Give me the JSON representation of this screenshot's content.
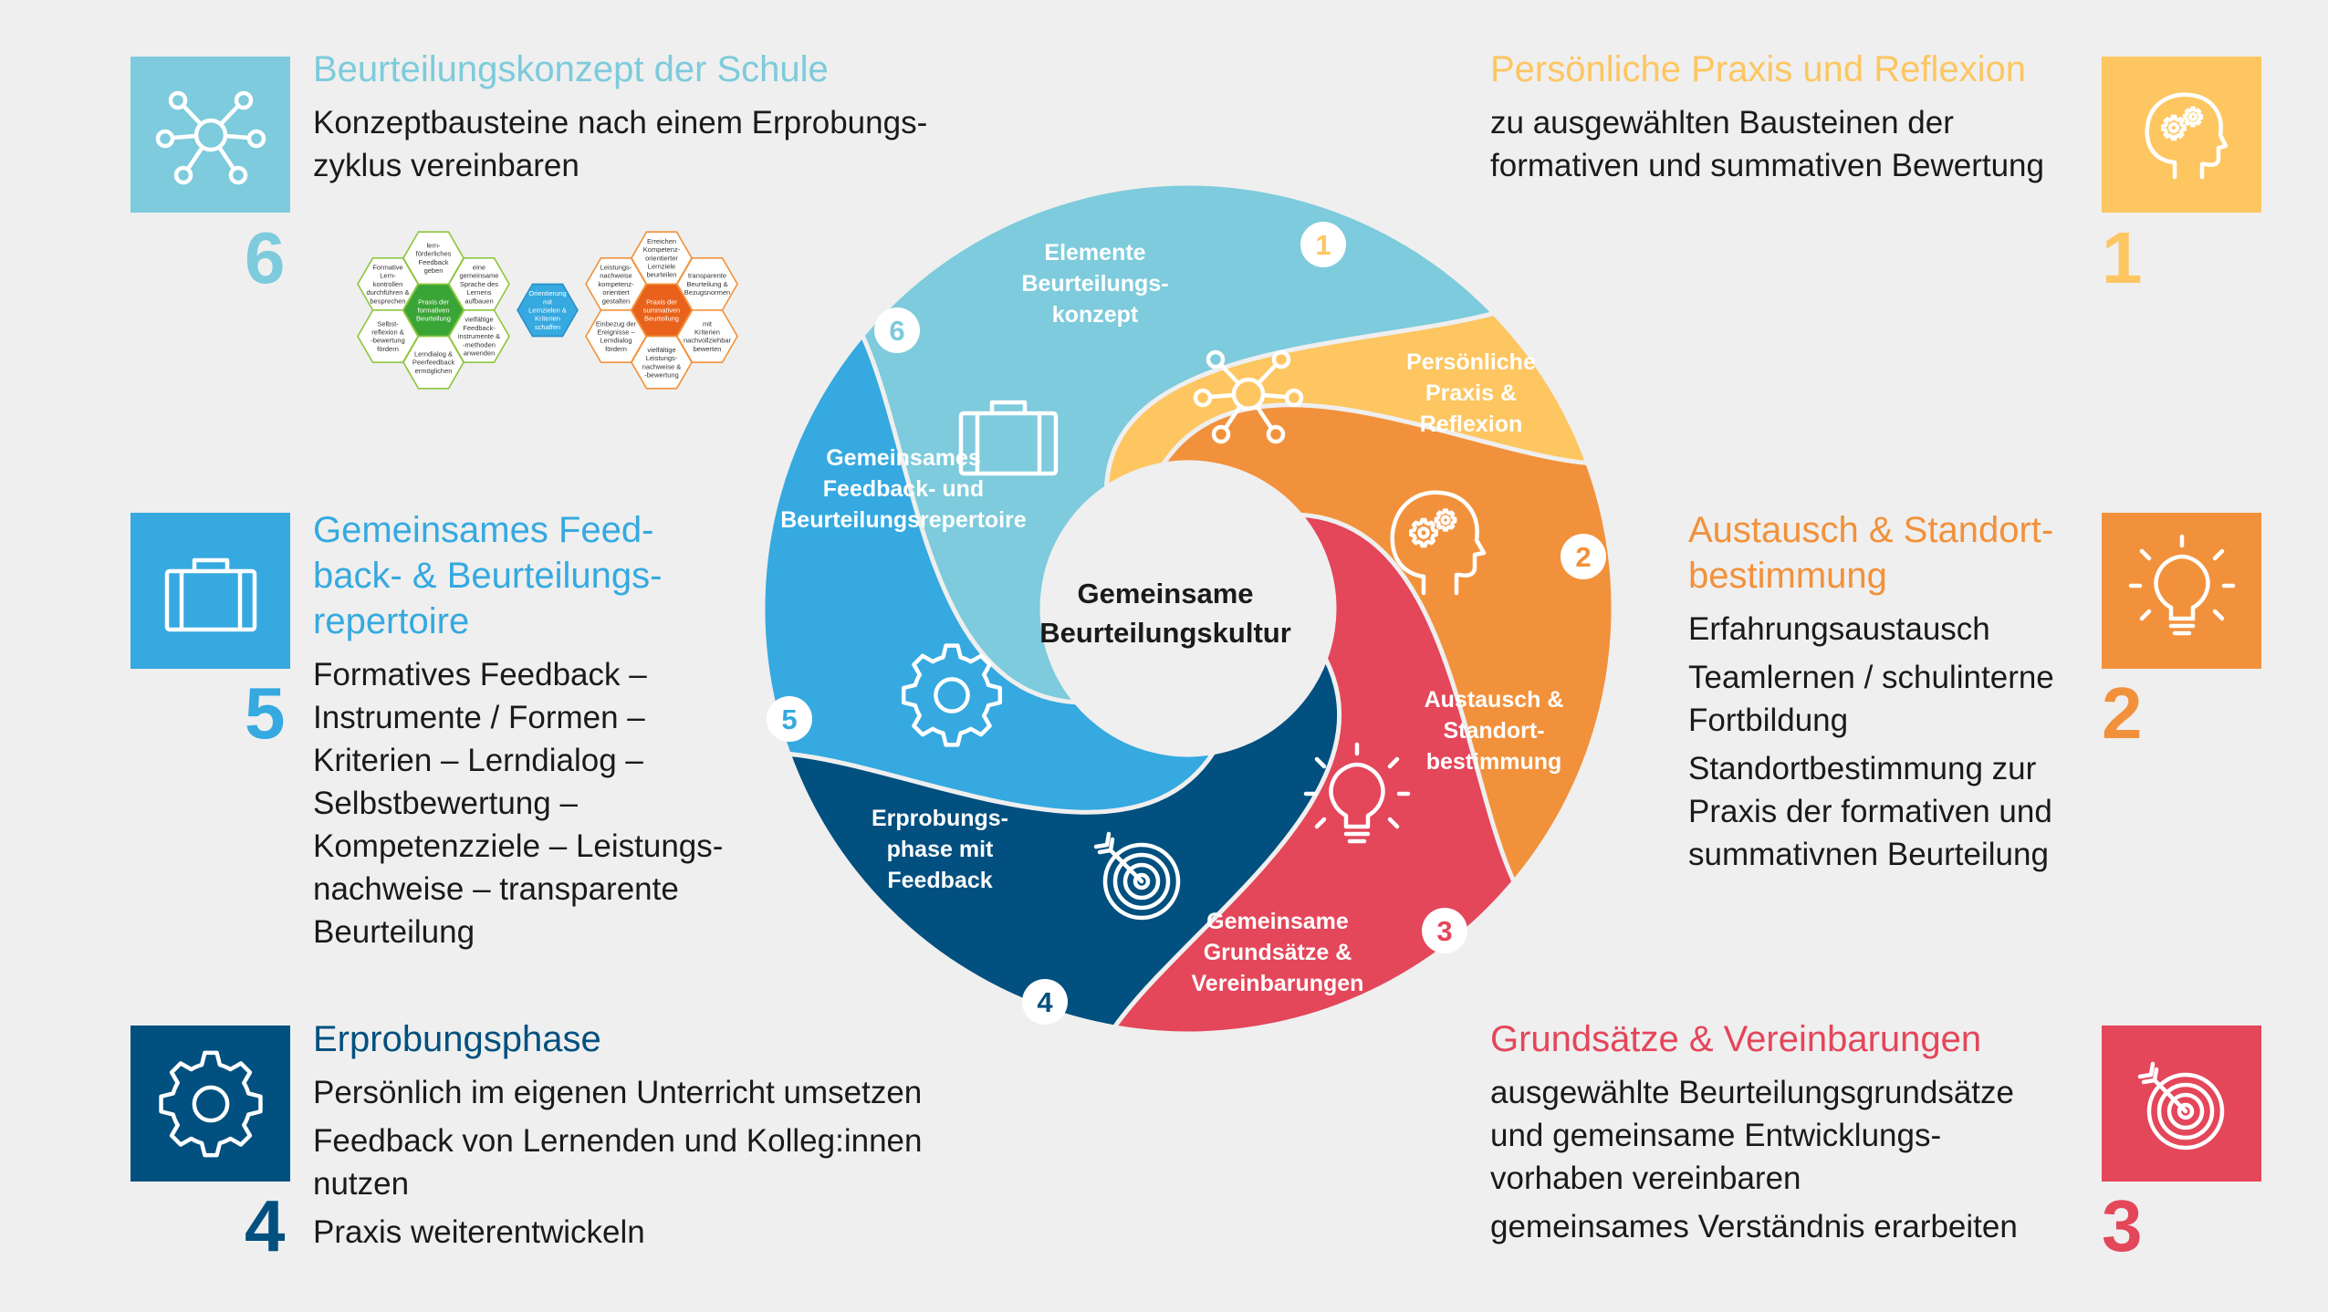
{
  "center_title": [
    "Gemeinsame",
    "Beurteilungskultur"
  ],
  "colors": {
    "s1": "#fdc661",
    "s2": "#f2913b",
    "s3": "#e4465a",
    "s4": "#01507f",
    "s5": "#35a9e0",
    "s6": "#7dcbdc",
    "background": "#efefef"
  },
  "segments": [
    {
      "number": "1",
      "label": [
        "Persönliche",
        "Praxis &",
        "Reflexion"
      ],
      "icon": "head-gears-icon"
    },
    {
      "number": "2",
      "label": [
        "Austausch &",
        "Standort-",
        "bestimmung"
      ],
      "icon": "lightbulb-icon"
    },
    {
      "number": "3",
      "label": [
        "Gemeinsame",
        "Grundsätze &",
        "Vereinbarungen"
      ],
      "icon": "target-icon"
    },
    {
      "number": "4",
      "label": [
        "Erprobungs-",
        "phase mit",
        "Feedback"
      ],
      "icon": "gear-icon"
    },
    {
      "number": "5",
      "label": [
        "Gemeinsames",
        "Feedback- und",
        "Beurteilungsrepertoire"
      ],
      "icon": "briefcase-icon"
    },
    {
      "number": "6",
      "label": [
        "Elemente",
        "Beurteilungs-",
        "konzept"
      ],
      "icon": "network-icon"
    }
  ],
  "blocks": {
    "b1": {
      "number": "1",
      "title": [
        "Persönliche Praxis und Reflexion"
      ],
      "lines": [
        "zu ausgewählten Bausteinen der",
        "formativen und summativen Bewertung"
      ]
    },
    "b2": {
      "number": "2",
      "title": [
        "Austausch & Standort-",
        "bestimmung"
      ],
      "lines": [
        "Erfahrungsaustausch",
        "Teamlernen / schulinterne",
        "Fortbildung",
        "Standortbestimmung zur",
        "Praxis der formativen und",
        "summativnen Beurteilung"
      ]
    },
    "b3": {
      "number": "3",
      "title": [
        "Grundsätze & Vereinbarungen"
      ],
      "lines": [
        "ausgewählte Beurteilungsgrundsätze",
        "und gemeinsame Entwicklungs-",
        "vorhaben vereinbaren",
        "gemeinsames Verständnis erarbeiten"
      ]
    },
    "b4": {
      "number": "4",
      "title": [
        "Erprobungsphase"
      ],
      "lines": [
        "Persönlich im eigenen Unterricht umsetzen",
        "Feedback von Lernenden und Kolleg:innen",
        "nutzen",
        "Praxis weiterentwickeln"
      ]
    },
    "b5": {
      "number": "5",
      "title": [
        "Gemeinsames Feed-",
        "back- & Beurteilungs-",
        "repertoire"
      ],
      "lines": [
        "Formatives Feedback –",
        "Instrumente / Formen –",
        "Kriterien – Lerndialog –",
        "Selbstbewertung –",
        "Kompetenzziele – Leistungs-",
        "nachweise – transparente",
        "Beurteilung"
      ]
    },
    "b6": {
      "number": "6",
      "title": [
        "Beurteilungskonzept der Schule"
      ],
      "lines": [
        "Konzeptbausteine nach einem Erprobungs-",
        "zyklus vereinbaren"
      ]
    }
  },
  "hexagons": {
    "left": [
      {
        "t": [
          "lern-",
          "förderliches",
          "Feedback",
          "geben"
        ],
        "c": "#ffffff"
      },
      {
        "t": [
          "Formative",
          "Lern-",
          "kontrollen",
          "durchführen &",
          "besprechen"
        ],
        "c": "#ffffff"
      },
      {
        "t": [
          "eine",
          "gemeinsame",
          "Sprache des",
          "Lernens",
          "aufbauen"
        ],
        "c": "#ffffff"
      },
      {
        "t": [
          "Praxis der",
          "formativen",
          "Beurteilung"
        ],
        "c": "#3aa537"
      },
      {
        "t": [
          "Selbst-",
          "reflexion &",
          "-bewertung",
          "fördern"
        ],
        "c": "#ffffff"
      },
      {
        "t": [
          "vielfältige",
          "Feedback-",
          "instrumente &",
          "-methoden",
          "anwenden"
        ],
        "c": "#ffffff"
      },
      {
        "t": [
          "Lerndialog &",
          "Peerfeedback",
          "ermöglichen"
        ],
        "c": "#ffffff"
      }
    ],
    "middle": {
      "t": [
        "Orientierung",
        "mit",
        "Lernzielen &",
        "Kriterien",
        "schaffen"
      ],
      "c": "#35a9e0"
    },
    "right": [
      {
        "t": [
          "Erreichen",
          "Kompetenz-",
          "orientierter",
          "Lernziele",
          "beurteilen"
        ],
        "c": "#ffffff"
      },
      {
        "t": [
          "Leistungs-",
          "nachweise",
          "kompetenz-",
          "orientiert",
          "gestalten"
        ],
        "c": "#ffffff"
      },
      {
        "t": [
          "transparente",
          "Beurteilung &",
          "Bezugsnormen"
        ],
        "c": "#ffffff"
      },
      {
        "t": [
          "Praxis der",
          "summativen",
          "Beurteilung"
        ],
        "c": "#e9621b"
      },
      {
        "t": [
          "Einbezug der",
          "Ereignisse –",
          "Lerndialog",
          "fördern"
        ],
        "c": "#ffffff"
      },
      {
        "t": [
          "mit",
          "Kriterien",
          "nachvollziehbar",
          "bewerten"
        ],
        "c": "#ffffff"
      },
      {
        "t": [
          "vielfältige",
          "Leistungs-",
          "nachweise &",
          "-bewertung"
        ],
        "c": "#ffffff"
      }
    ]
  }
}
